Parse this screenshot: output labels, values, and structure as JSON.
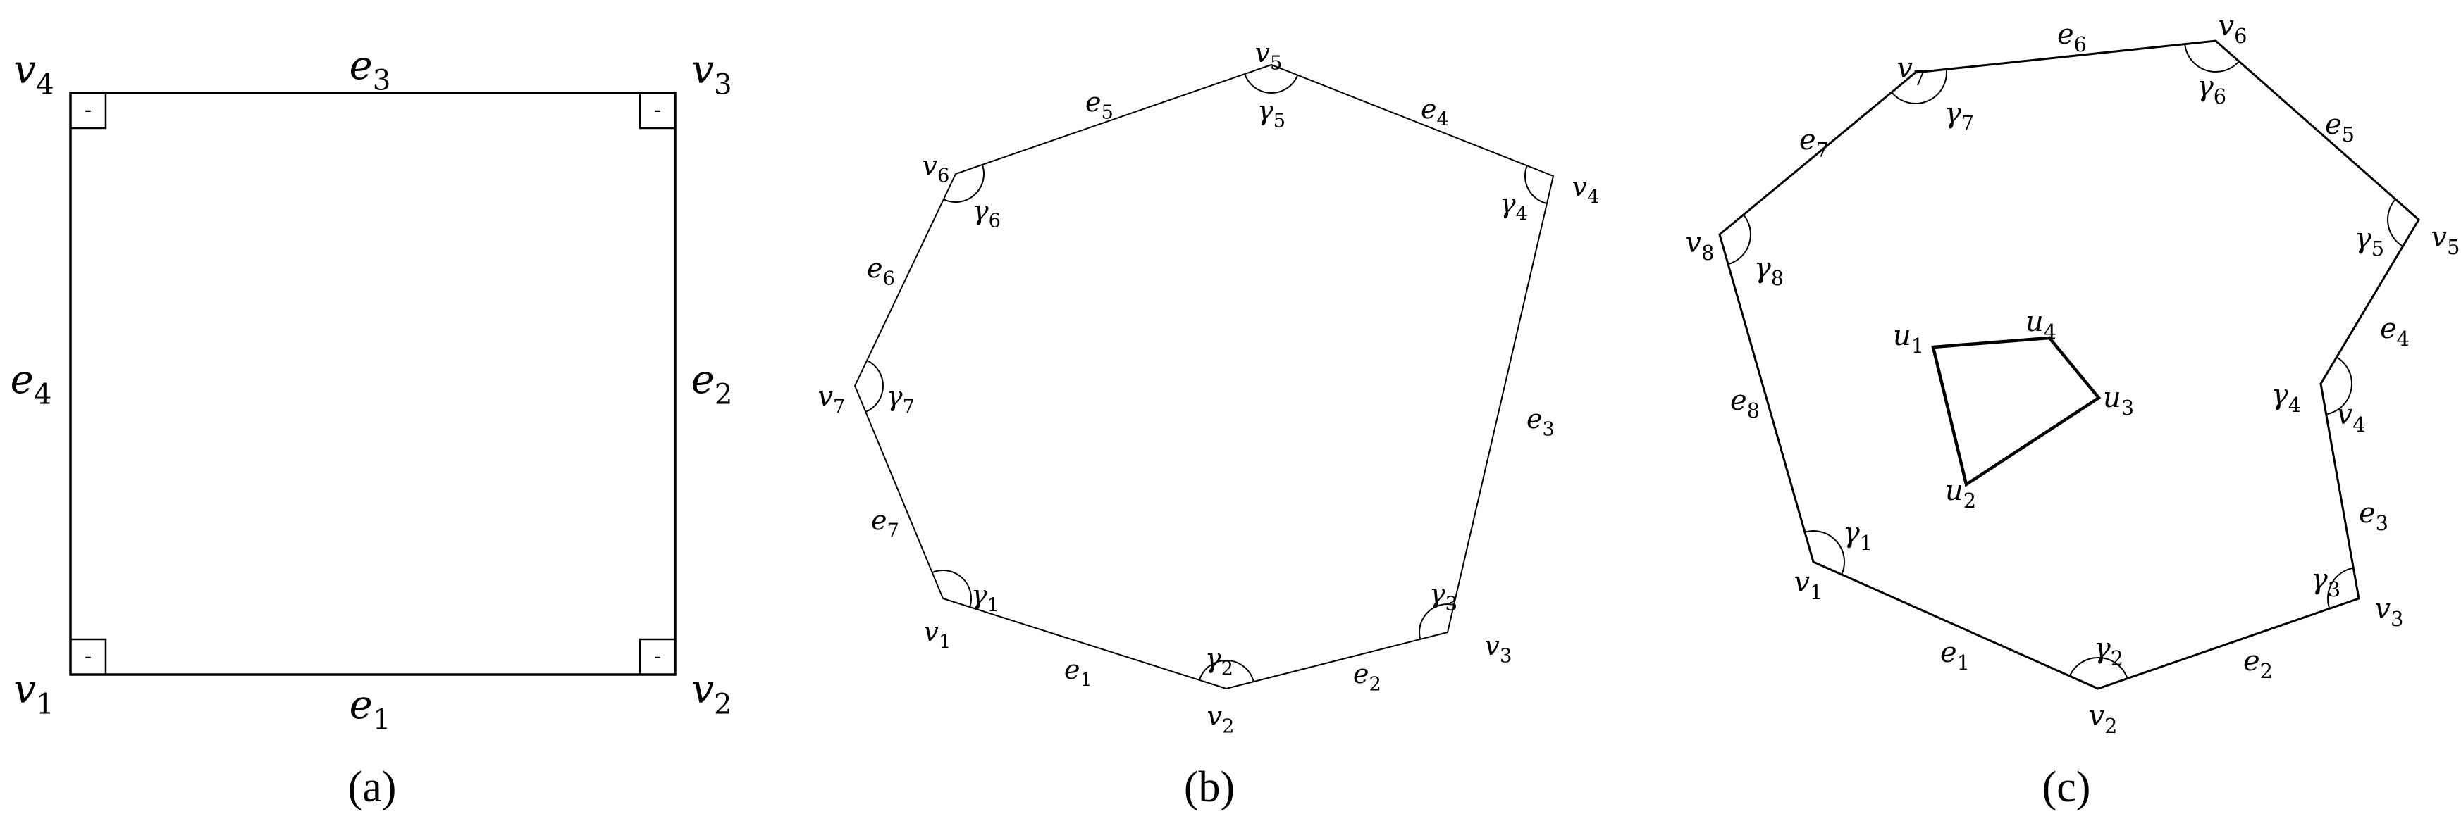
{
  "panels": [
    {
      "id": "a",
      "caption": "(a)",
      "vertices": [
        "v1",
        "v2",
        "v3",
        "v4"
      ],
      "edges": [
        "e1",
        "e2",
        "e3",
        "e4"
      ],
      "right_angle_marker": "-"
    },
    {
      "id": "b",
      "caption": "(b)",
      "vertices": [
        "v1",
        "v2",
        "v3",
        "v4",
        "v5",
        "v6",
        "v7"
      ],
      "edges": [
        "e1",
        "e2",
        "e3",
        "e4",
        "e5",
        "e6",
        "e7"
      ],
      "angles": [
        "γ1",
        "γ2",
        "γ3",
        "γ4",
        "γ5",
        "γ6",
        "γ7"
      ]
    },
    {
      "id": "c",
      "caption": "(c)",
      "vertices": [
        "v1",
        "v2",
        "v3",
        "v4",
        "v5",
        "v6",
        "v7",
        "v8"
      ],
      "edges": [
        "e1",
        "e2",
        "e3",
        "e4",
        "e5",
        "e6",
        "e7",
        "e8"
      ],
      "angles": [
        "γ1",
        "γ2",
        "γ3",
        "γ4",
        "γ5",
        "γ6",
        "γ7",
        "γ8"
      ],
      "inner_vertices": [
        "u1",
        "u2",
        "u3",
        "u4"
      ]
    }
  ]
}
